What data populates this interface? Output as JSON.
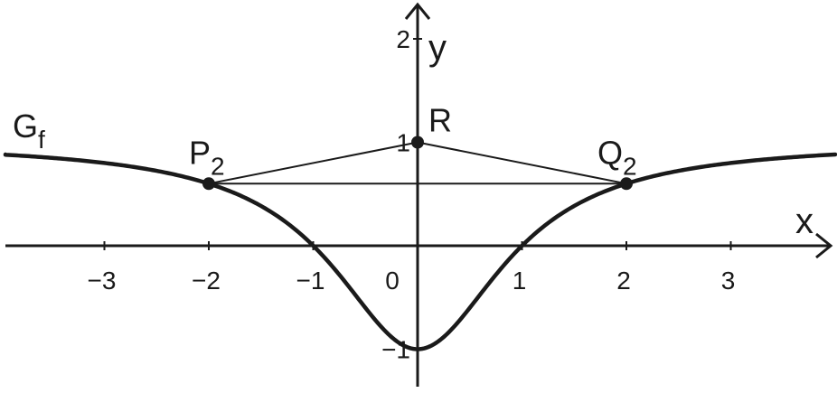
{
  "chart_data": {
    "type": "line",
    "title": "",
    "xlabel": "x",
    "ylabel": "y",
    "xlim": [
      -4,
      4
    ],
    "ylim": [
      -1.5,
      2.3
    ],
    "grid": false,
    "legend": "none",
    "x_ticks": [
      {
        "value": -3,
        "label": "−3"
      },
      {
        "value": -2,
        "label": "−2"
      },
      {
        "value": -1,
        "label": "−1"
      },
      {
        "value": 0,
        "label": "0"
      },
      {
        "value": 1,
        "label": "1"
      },
      {
        "value": 2,
        "label": "2"
      },
      {
        "value": 3,
        "label": "3"
      }
    ],
    "y_ticks": [
      {
        "value": -1,
        "label": "−1"
      },
      {
        "value": 1,
        "label": "1"
      },
      {
        "value": 2,
        "label": "2"
      }
    ],
    "curve": {
      "label_main": "G",
      "label_sub": "f",
      "function": "(x^2 - 1) / (x^2 + 1)",
      "x_range": [
        -4,
        4
      ]
    },
    "points": [
      {
        "name": "p2",
        "label_main": "P",
        "label_sub": "2",
        "x": -2,
        "y": 0.6,
        "anchor": "above"
      },
      {
        "name": "r",
        "label_main": "R",
        "label_sub": "",
        "x": 0,
        "y": 1,
        "anchor": "above-right"
      },
      {
        "name": "q2",
        "label_main": "Q",
        "label_sub": "2",
        "x": 2,
        "y": 0.6,
        "anchor": "above-left"
      }
    ],
    "segments": [
      {
        "name": "p2-r",
        "from": [
          -2,
          0.6
        ],
        "to": [
          0,
          1
        ]
      },
      {
        "name": "r-q2",
        "from": [
          0,
          1
        ],
        "to": [
          2,
          0.6
        ]
      },
      {
        "name": "p2-q2",
        "from": [
          -2,
          0.6
        ],
        "to": [
          2,
          0.6
        ]
      }
    ],
    "colors": {
      "ink": "#1a1a1a",
      "background": "#ffffff"
    }
  }
}
